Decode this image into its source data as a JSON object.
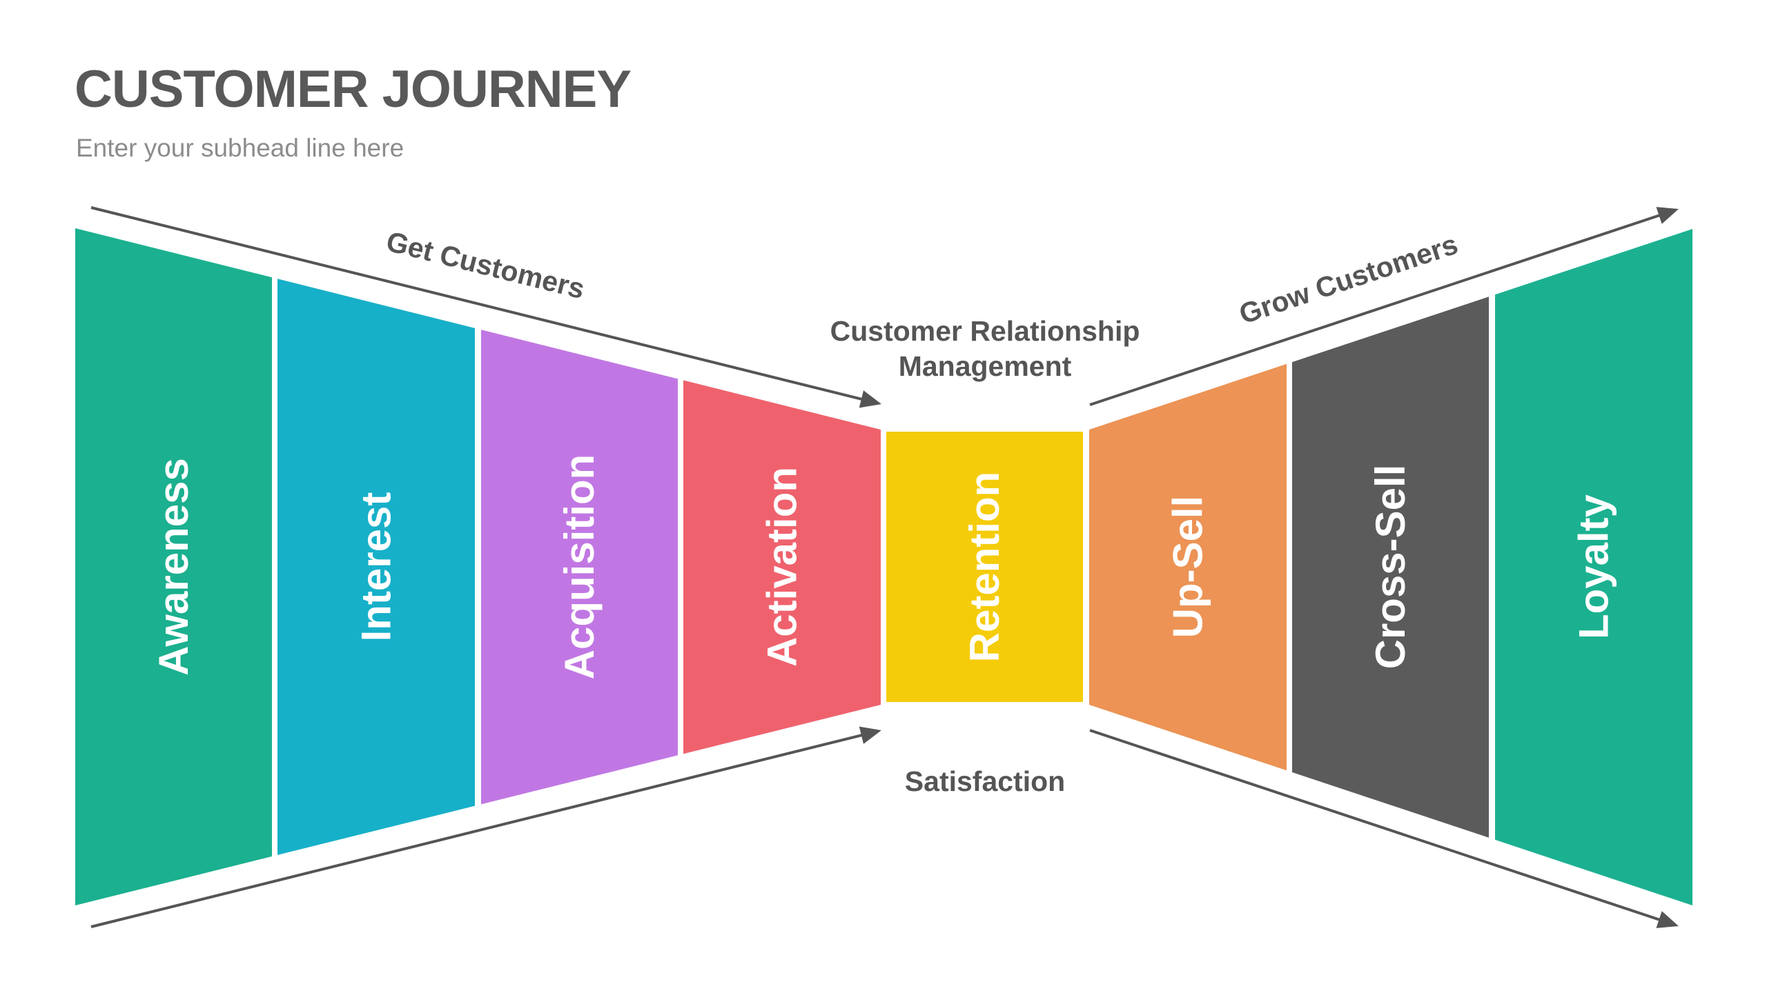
{
  "header": {
    "title": "CUSTOMER JOURNEY",
    "subtitle": "Enter your subhead line here"
  },
  "diagram": {
    "stages": [
      {
        "label": "Awareness",
        "color": "#1bb08f"
      },
      {
        "label": "Interest",
        "color": "#17b0c9"
      },
      {
        "label": "Acquisition",
        "color": "#c177e3"
      },
      {
        "label": "Activation",
        "color": "#ef626d"
      },
      {
        "label": "Retention",
        "color": "#f5cc0a"
      },
      {
        "label": "Up-Sell",
        "color": "#ec9355"
      },
      {
        "label": "Cross-Sell",
        "color": "#5b5b5b"
      },
      {
        "label": "Loyalty",
        "color": "#1bb190"
      }
    ],
    "flow_labels": {
      "get_customers": "Get Customers",
      "grow_customers": "Grow Customers",
      "crm_line1": "Customer Relationship",
      "crm_line2": "Management",
      "satisfaction": "Satisfaction"
    },
    "arrow_color": "#555555"
  }
}
